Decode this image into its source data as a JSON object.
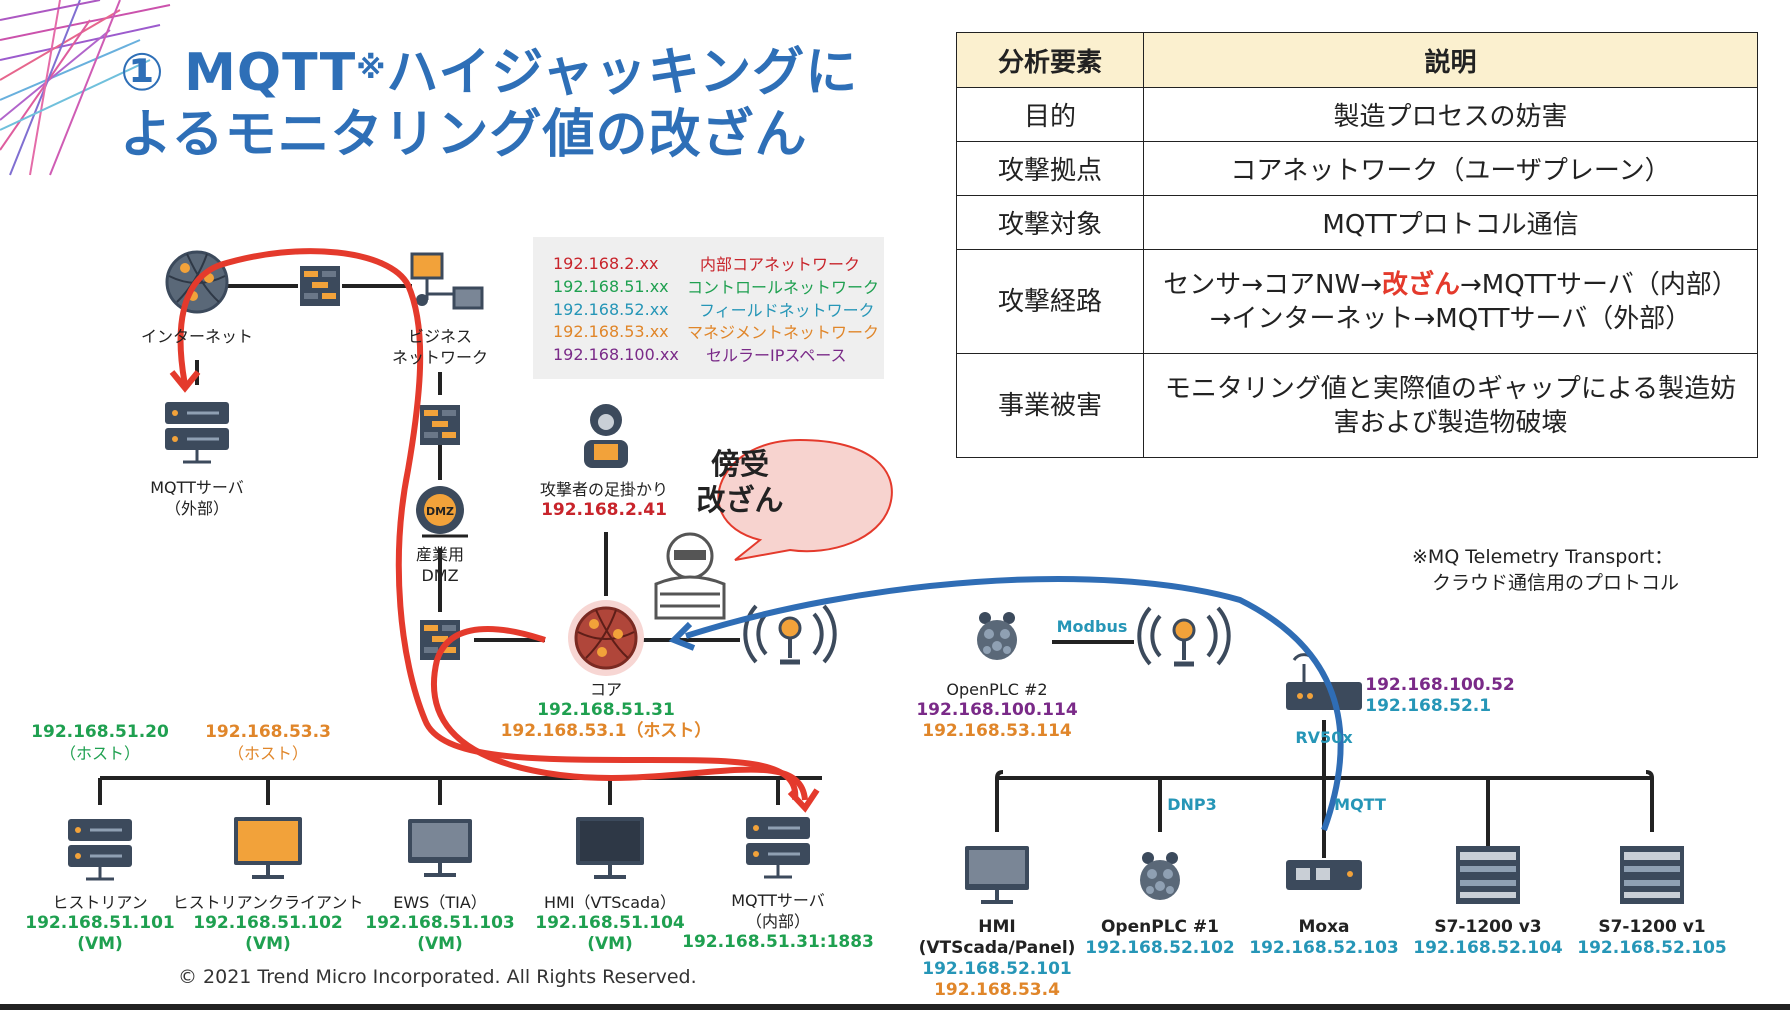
{
  "title": {
    "prefix": "① MQTT",
    "mark": "※",
    "suffix": "ハイジャッキングによるモニタリング値の改ざん"
  },
  "table": {
    "headers": [
      "分析要素",
      "説明"
    ],
    "rows": [
      {
        "key": "目的",
        "value": "製造プロセスの妨害"
      },
      {
        "key": "攻撃拠点",
        "value": "コアネットワーク（ユーザプレーン）"
      },
      {
        "key": "攻撃対象",
        "value": "MQTTプロトコル通信"
      },
      {
        "key": "攻撃経路",
        "value_a": "センサ→コアNW→",
        "value_hl": "改ざん",
        "value_b": "→MQTTサーバ（内部）→インターネット→MQTTサーバ（外部）"
      },
      {
        "key": "事業被害",
        "value": "モニタリング値と実際値のギャップによる製造妨害および製造物破壊"
      }
    ]
  },
  "footnote": {
    "line1": "※MQ Telemetry Transport：",
    "line2": "クラウド通信用のプロトコル"
  },
  "legend": [
    {
      "ip": "192.168.2.xx",
      "name": "内部コアネットワーク",
      "color": "#C8242B"
    },
    {
      "ip": "192.168.51.xx",
      "name": "コントロールネットワーク",
      "color": "#1FA050"
    },
    {
      "ip": "192.168.52.xx",
      "name": "フィールドネットワーク",
      "color": "#2696B7"
    },
    {
      "ip": "192.168.53.xx",
      "name": "マネジメントネットワーク",
      "color": "#E0862A"
    },
    {
      "ip": "192.168.100.xx",
      "name": "セルラーIPスペース",
      "color": "#7A2A88"
    }
  ],
  "nodes": {
    "internet": "インターネット",
    "business": {
      "l1": "ビジネス",
      "l2": "ネットワーク"
    },
    "mqtt_ext": {
      "l1": "MQTTサーバ",
      "l2": "（外部）"
    },
    "dmz": {
      "badge": "DMZ",
      "l1": "産業用",
      "l2": "DMZ"
    },
    "attacker": {
      "label": "攻撃者の足掛かり",
      "ip": "192.168.2.41"
    },
    "bubble": {
      "l1": "傍受",
      "l2": "改ざん"
    },
    "core": {
      "label": "コア",
      "ip1": "192.168.51.31",
      "ip2": "192.168.53.1（ホスト）"
    },
    "host1": {
      "ip": "192.168.51.20",
      "sub": "（ホスト）"
    },
    "host2": {
      "ip": "192.168.53.3",
      "sub": "（ホスト）"
    },
    "historian": {
      "label": "ヒストリアン",
      "ip": "192.168.51.101",
      "sub": "(VM)"
    },
    "hist_client": {
      "label": "ヒストリアンクライアント",
      "ip": "192.168.51.102",
      "sub": "(VM)"
    },
    "ews": {
      "label": "EWS（TIA）",
      "ip": "192.168.51.103",
      "sub": "(VM)"
    },
    "hmi_vm": {
      "label": "HMI（VTScada）",
      "ip": "192.168.51.104",
      "sub": "(VM)"
    },
    "mqtt_int": {
      "l1": "MQTTサーバ",
      "l2": "（内部）",
      "ip": "192.168.51.31:1883"
    },
    "openplc2": {
      "label": "OpenPLC #2",
      "ip1": "192.168.100.114",
      "ip2": "192.168.53.114"
    },
    "modbus": "Modbus",
    "rv50": {
      "label": "RV50x",
      "ip1": "192.168.100.52",
      "ip2": "192.168.52.1"
    },
    "dnp3": "DNP3",
    "mqtt_link": "MQTT",
    "hmi_panel": {
      "l1": "HMI",
      "l2": "(VTScada/Panel)",
      "ip1": "192.168.52.101",
      "ip2": "192.168.53.4"
    },
    "openplc1": {
      "label": "OpenPLC #1",
      "ip": "192.168.52.102"
    },
    "moxa": {
      "label": "Moxa",
      "ip": "192.168.52.103"
    },
    "s7v3": {
      "label": "S7-1200 v3",
      "ip": "192.168.52.104"
    },
    "s7v1": {
      "label": "S7-1200 v1",
      "ip": "192.168.52.105"
    }
  },
  "footer": "© 2021 Trend Micro Incorporated. All Rights Reserved.",
  "colors": {
    "title": "#2E6FB7",
    "attack_path": "#E43A2C",
    "sensor_path": "#2F6DB5",
    "header_fill": "#FBF0CF"
  }
}
